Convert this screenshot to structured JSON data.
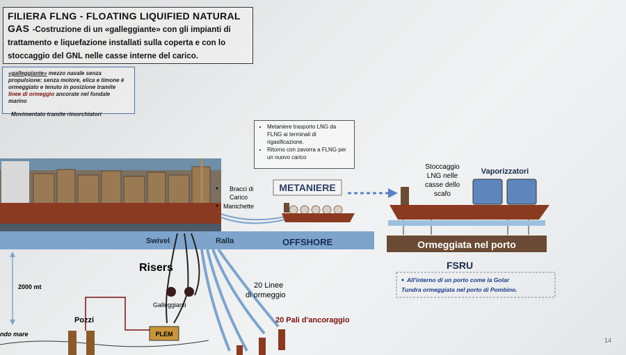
{
  "title": {
    "head": "FILIERA FLNG - FLOATING LIQUIFIED NATURAL GAS",
    "body": " -Costruzione di un «galleggiante» con gli impianti di trattamento e liquefazione installati sulla coperta e con lo stoccaggio del GNL nelle casse interne del carico."
  },
  "galleggiante_note": {
    "term": "«galleggiante»",
    "line1": " mezzo navale senza propulsione: senza motore, elica e timone è ormeggiato e tenuto in posizione tramite ",
    "highlight": "linee di ormeggio",
    "line2": " ancorate nel fondale marino",
    "moved": "Movimentato tramite rimorchiatori"
  },
  "metaniere_note": {
    "items": [
      "Metaniere trasporto LNG da FLNG ai terminali di rigasificazione.",
      "Ritorno con zavorra a FLNG per un nuovo carico"
    ]
  },
  "labels": {
    "bracci1": "Bracci di",
    "bracci2": "Carico",
    "manichette": "Manichette",
    "metaniere": "METANIERE",
    "swivel": "Swivel",
    "ralla": "Ralla",
    "offshore": "OFFSHORE",
    "risers": "Risers",
    "galleggianti": "Galleggianti",
    "pozzi": "Pozzi",
    "plem": "PLEM",
    "depth": "2000 mt",
    "fondo": "ndo mare",
    "linee1": "20 Linee",
    "linee2": "di ormeggio",
    "pali": "20 Pali  d'ancoraggio",
    "stoccaggio": [
      "Stoccaggio",
      "LNG nelle",
      "casse dello",
      "scafo"
    ],
    "vaporizzatori": "Vaporizzatori",
    "ormeggiata": "Ormeggiata nel porto",
    "fsru": "FSRU",
    "fsru_note1": "All'interno di un porto come la Golar",
    "fsru_note2": "Tundra ormeggiata nel porto di Pombino.",
    "page": "14"
  },
  "colors": {
    "hull": "#8b3a22",
    "offshore_band": "#7ea4cc",
    "port_band": "#6b4b35",
    "water": "#9cc0dc",
    "tanks": "#5e86bd",
    "pile": "#8b3a22",
    "arrow": "#5a82c4"
  }
}
